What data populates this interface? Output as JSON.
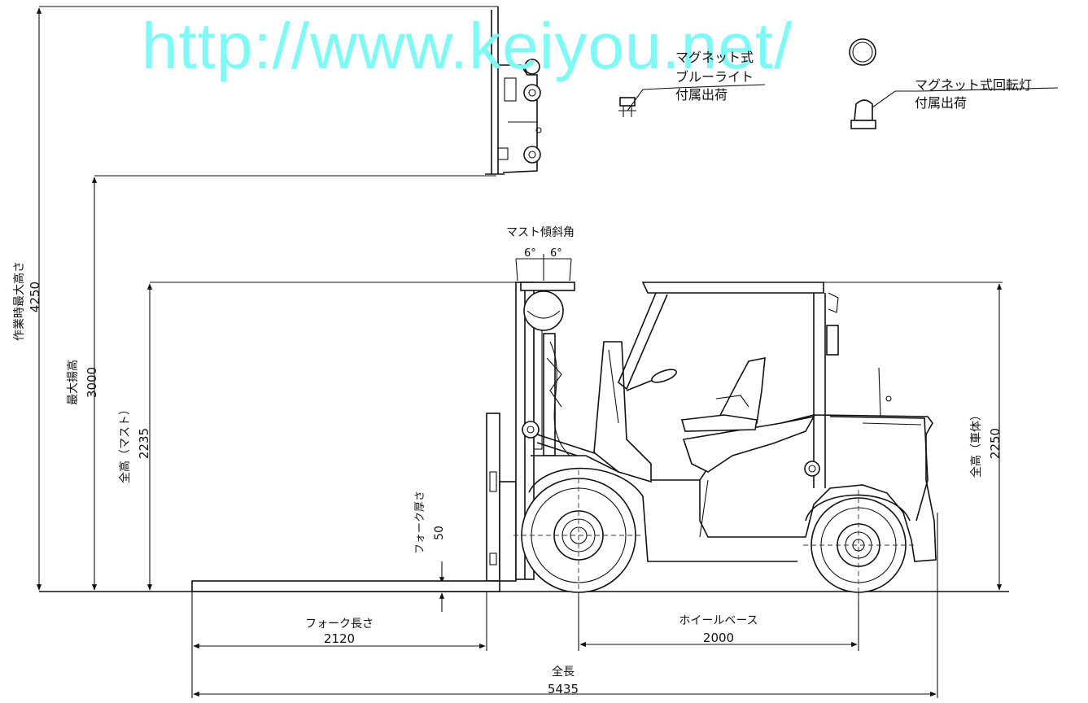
{
  "watermark": "http://www.keiyou.net/",
  "callouts": {
    "bluelight_line1": "マグネット式",
    "bluelight_line2": "ブルーライト",
    "bluelight_line3": "付属出荷",
    "beacon_line1": "マグネット式回転灯",
    "beacon_line2": "付属出荷"
  },
  "mast_tilt": {
    "label": "マスト傾斜角",
    "forward": "6°",
    "backward": "6°"
  },
  "dimensions": {
    "max_work_height": {
      "label": "作業時最大高さ",
      "value": "4250"
    },
    "max_lift_height": {
      "label": "最大揚高",
      "value": "3000"
    },
    "mast_height": {
      "label": "全高（マスト）",
      "value": "2235"
    },
    "overall_height_body": {
      "label": "全高（車体）",
      "value": "2250"
    },
    "fork_thickness": {
      "label": "フォーク厚さ",
      "value": "50"
    },
    "fork_length": {
      "label": "フォーク長さ",
      "value": "2120"
    },
    "wheelbase": {
      "label": "ホイールベース",
      "value": "2000"
    },
    "overall_length": {
      "label": "全長",
      "value": "5435"
    }
  }
}
